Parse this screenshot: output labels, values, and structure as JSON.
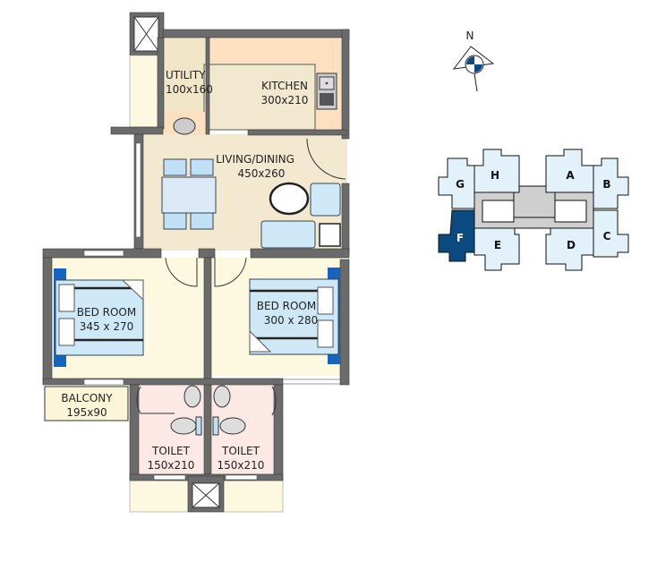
{
  "plan": {
    "rooms": [
      {
        "name": "UTILITY",
        "size": "100x160"
      },
      {
        "name": "KITCHEN",
        "size": "300x210"
      },
      {
        "name": "LIVING/DINING",
        "size": "450x260"
      },
      {
        "name": "BED ROOM",
        "size": "345 x 270"
      },
      {
        "name": "BED ROOM",
        "size": "300 x 280"
      },
      {
        "name": "BALCONY",
        "size": "195x90"
      },
      {
        "name": "TOILET",
        "size": "150x210"
      },
      {
        "name": "TOILET",
        "size": "150x210"
      }
    ]
  },
  "compass": {
    "label": "N"
  },
  "key_plan": {
    "units": [
      "G",
      "H",
      "A",
      "B",
      "F",
      "E",
      "D",
      "C"
    ],
    "highlighted": "F",
    "highlight_color": "#0b4a80",
    "unit_color": "#e3f1fb",
    "core_color": "#cfcfcf"
  }
}
